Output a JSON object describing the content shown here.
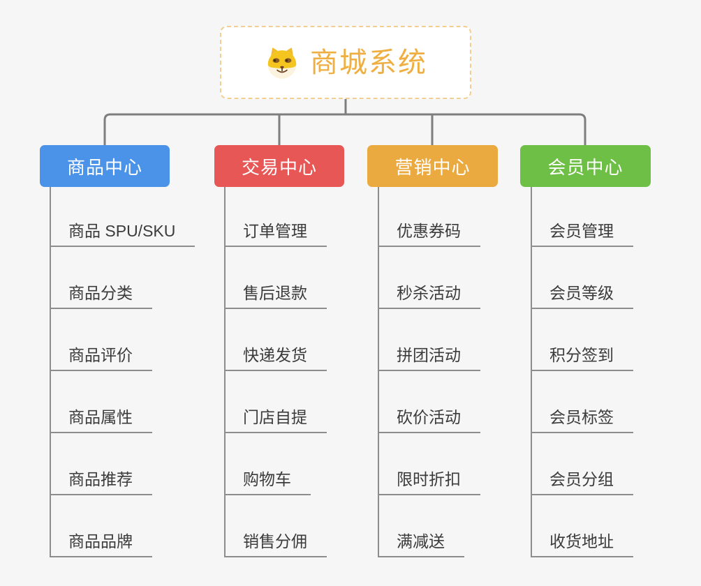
{
  "page": {
    "background": "#f6f6f6",
    "connector_color": "#7e7e7e",
    "leaf_line_color": "#8d8d8d"
  },
  "root": {
    "title": "商城系统",
    "icon": "dog-icon",
    "text_color": "#efae41",
    "border_color": "#f3cd92"
  },
  "branches": [
    {
      "label": "商品中心",
      "color": "#4b93e8",
      "children": [
        "商品 SPU/SKU",
        "商品分类",
        "商品评价",
        "商品属性",
        "商品推荐",
        "商品品牌"
      ]
    },
    {
      "label": "交易中心",
      "color": "#e65755",
      "children": [
        "订单管理",
        "售后退款",
        "快递发货",
        "门店自提",
        "购物车",
        "销售分佣"
      ]
    },
    {
      "label": "营销中心",
      "color": "#ebaa3f",
      "children": [
        "优惠券码",
        "秒杀活动",
        "拼团活动",
        "砍价活动",
        "限时折扣",
        "满减送"
      ]
    },
    {
      "label": "会员中心",
      "color": "#6ebf46",
      "children": [
        "会员管理",
        "会员等级",
        "积分签到",
        "会员标签",
        "会员分组",
        "收货地址"
      ]
    }
  ]
}
